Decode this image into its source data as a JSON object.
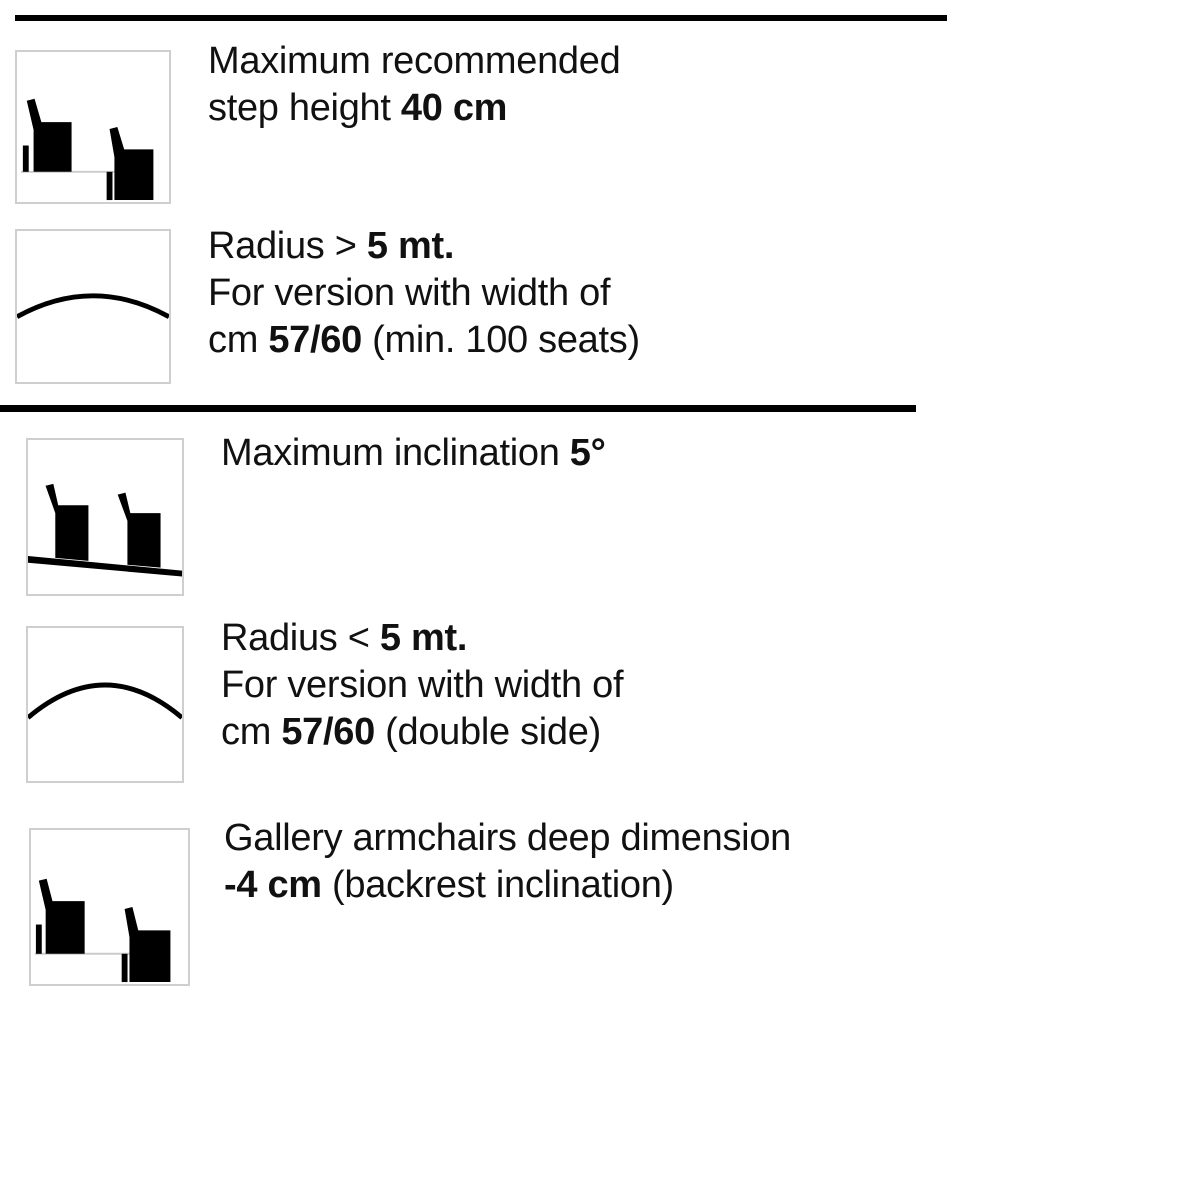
{
  "sections": [
    {
      "items": [
        {
          "icon": "step-height-chairs-icon",
          "lines": [
            [
              {
                "t": "Maximum recommended"
              }
            ],
            [
              {
                "t": "step height "
              },
              {
                "t": "40 cm",
                "b": true
              }
            ]
          ]
        },
        {
          "icon": "large-radius-curve-icon",
          "lines": [
            [
              {
                "t": "Radius > "
              },
              {
                "t": "5 mt.",
                "b": true
              }
            ],
            [
              {
                "t": "For version with width of"
              }
            ],
            [
              {
                "t": "cm "
              },
              {
                "t": "57/60",
                "b": true
              },
              {
                "t": " (min. 100 seats)"
              }
            ]
          ]
        }
      ]
    },
    {
      "items": [
        {
          "icon": "inclined-floor-chairs-icon",
          "lines": [
            [
              {
                "t": "Maximum inclination "
              },
              {
                "t": "5°",
                "b": true
              }
            ]
          ]
        },
        {
          "icon": "small-radius-curve-icon",
          "lines": [
            [
              {
                "t": "Radius < "
              },
              {
                "t": "5 mt.",
                "b": true
              }
            ],
            [
              {
                "t": "For version with width of"
              }
            ],
            [
              {
                "t": "cm "
              },
              {
                "t": "57/60",
                "b": true
              },
              {
                "t": " (double side)"
              }
            ]
          ]
        },
        {
          "icon": "gallery-armchairs-icon",
          "lines": [
            [
              {
                "t": "Gallery armchairs deep dimension"
              }
            ],
            [
              {
                "t": "-4 cm",
                "b": true
              },
              {
                "t": " (backrest inclination)"
              }
            ]
          ]
        }
      ]
    }
  ]
}
